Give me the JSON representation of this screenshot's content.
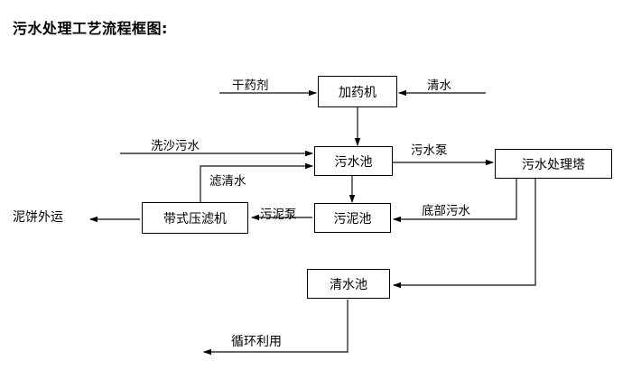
{
  "diagram": {
    "title": "污水处理工艺流程框图:",
    "nodes": [
      {
        "id": "dosing-machine",
        "label": "加药机"
      },
      {
        "id": "sewage-pool",
        "label": "污水池"
      },
      {
        "id": "treatment-tower",
        "label": "污水处理塔"
      },
      {
        "id": "belt-filter-press",
        "label": "带式压滤机"
      },
      {
        "id": "sludge-pool",
        "label": "污泥池"
      },
      {
        "id": "clearwater-pool",
        "label": "清水池"
      }
    ],
    "edge_labels": [
      {
        "id": "dry-reagent",
        "label": "干药剂"
      },
      {
        "id": "clean-water-in",
        "label": "清水"
      },
      {
        "id": "sand-wash-sewage",
        "label": "洗沙污水"
      },
      {
        "id": "filtered-clear-water",
        "label": "滤清水"
      },
      {
        "id": "sewage-pump",
        "label": "污水泵"
      },
      {
        "id": "bottom-sewage",
        "label": "底部污水"
      },
      {
        "id": "sludge-pump",
        "label": "污泥泵"
      },
      {
        "id": "mud-cake-out",
        "label": "泥饼外运"
      },
      {
        "id": "recycle-reuse",
        "label": "循环利用"
      }
    ],
    "colors": {
      "stroke": "#000000",
      "background": "#ffffff",
      "text": "#000000"
    }
  }
}
